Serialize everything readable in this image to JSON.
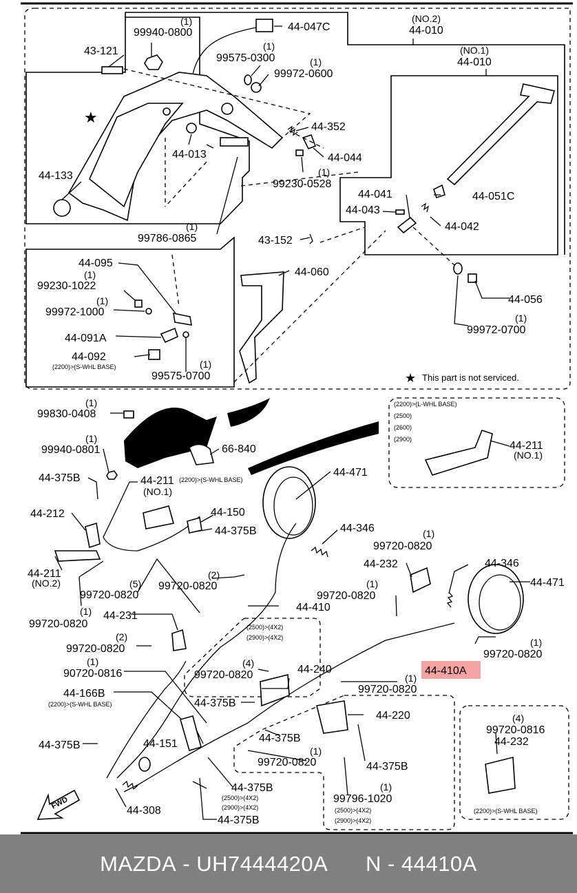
{
  "footer": {
    "brand": "MAZDA",
    "part_number": "UH7444420A",
    "ref_number": "N - 44410A"
  },
  "note": "This part is not serviced.",
  "labels": {
    "p99940_0800": "99940-0800",
    "q99940_0800": "(1)",
    "p44_047C": "44-047C",
    "p44_010_no2": "44-010",
    "q44_010_no2": "(NO.2)",
    "p44_010_no1": "44-010",
    "q44_010_no1": "(NO.1)",
    "p43_121": "43-121",
    "p99575_0300": "99575-0300",
    "q99575_0300": "(1)",
    "p99972_0600": "99972-0600",
    "q99972_0600": "(1)",
    "p44_352": "44-352",
    "p44_044": "44-044",
    "p44_013": "44-013",
    "p99230_0528": "99230-0528",
    "q99230_0528": "(1)",
    "p44_133": "44-133",
    "p44_041": "44-041",
    "p44_051C": "44-051C",
    "p44_043": "44-043",
    "p44_042": "44-042",
    "p99786_0865": "99786-0865",
    "q99786_0865": "(1)",
    "p43_152": "43-152",
    "p44_095": "44-095",
    "p44_060": "44-060",
    "p99230_1022": "99230-1022",
    "q99230_1022": "(1)",
    "p44_056": "44-056",
    "p99972_1000": "99972-1000",
    "q99972_1000": "(1)",
    "p99972_0700": "99972-0700",
    "q99972_0700": "(1)",
    "p44_091A": "44-091A",
    "p44_092": "44-092",
    "n44_092": "(2200)>(S-WHL BASE)",
    "p99575_0700": "99575-0700",
    "q99575_0700": "(1)",
    "p99830_0408": "99830-0408",
    "q99830_0408": "(1)",
    "box1_n1": "(2200)>(L-WHL BASE)",
    "box1_n2": "(2500)",
    "box1_n3": "(2600)",
    "box1_n4": "(2900)",
    "p44_211_box": "44-211",
    "q44_211_box": "(NO.1)",
    "p99940_0801": "99940-0801",
    "q99940_0801": "(1)",
    "p66_840": "66-840",
    "p44_375B_a": "44-375B",
    "p44_211_no1": "44-211",
    "q44_211_no1": "(NO.1)",
    "n44_211_no1": "(2200)>(S-WHL BASE)",
    "p44_471_a": "44-471",
    "p44_212": "44-212",
    "p44_150": "44-150",
    "p44_375B_b": "44-375B",
    "p44_346_a": "44-346",
    "p44_211_no2": "44-211",
    "q44_211_no2": "(NO.2)",
    "p99720_0820_a": "99720-0820",
    "q99720_0820_a": "(1)",
    "p44_232_a": "44-232",
    "p44_346_b": "44-346",
    "p99720_0820_b": "99720-0820",
    "q99720_0820_b": "(5)",
    "p99720_0820_c": "99720-0820",
    "q99720_0820_c": "(2)",
    "p44_471_b": "44-471",
    "p99720_0820_d": "99720-0820",
    "q99720_0820_d": "(1)",
    "p99720_0820_e": "99720-0820",
    "q99720_0820_e": "(1)",
    "p44_410": "44-410",
    "p44_231": "44-231",
    "box2_n1": "(2500)>(4X2)",
    "box2_n2": "(2900)>(4X2)",
    "p99720_0820_f": "99720-0820",
    "q99720_0820_f": "(2)",
    "p99720_0820_g": "99720-0820",
    "q99720_0820_g": "(1)",
    "p44_410A": "44-410A",
    "p99720_0820_h": "99720-0820",
    "q99720_0820_h": "(4)",
    "p44_240": "44-240",
    "p90720_0816": "90720-0816",
    "q90720_0816": "(1)",
    "p99720_0820_i": "99720-0820",
    "q99720_0820_i": "(1)",
    "p44_166B": "44-166B",
    "n44_166B": "(2200)>(S-WHL BASE)",
    "p44_375B_c": "44-375B",
    "p44_220": "44-220",
    "p99720_0816": "99720-0816",
    "q99720_0816": "(4)",
    "p44_232_b": "44-232",
    "p44_375B_d": "44-375B",
    "p44_151": "44-151",
    "p44_375B_e": "44-375B",
    "p99720_0820_j": "99720-0820",
    "q99720_0820_j": "(1)",
    "p44_375B_f": "44-375B",
    "p44_375B_g": "44-375B",
    "n44_375B_g1": "(2500)>(4X2)",
    "n44_375B_g2": "(2900)>(4X2)",
    "p99796_1020": "99796-1020",
    "q99796_1020": "(1)",
    "n99796_1": "(2500)>(4X2)",
    "n99796_2": "(2900)>(4X2)",
    "n44_232_b": "(2200)>(S-WHL BASE)",
    "p44_308": "44-308",
    "p44_375B_h": "44-375B",
    "fwd": "FWD"
  },
  "highlight": {
    "target": "44-410A",
    "color": "#f4a3a3"
  }
}
